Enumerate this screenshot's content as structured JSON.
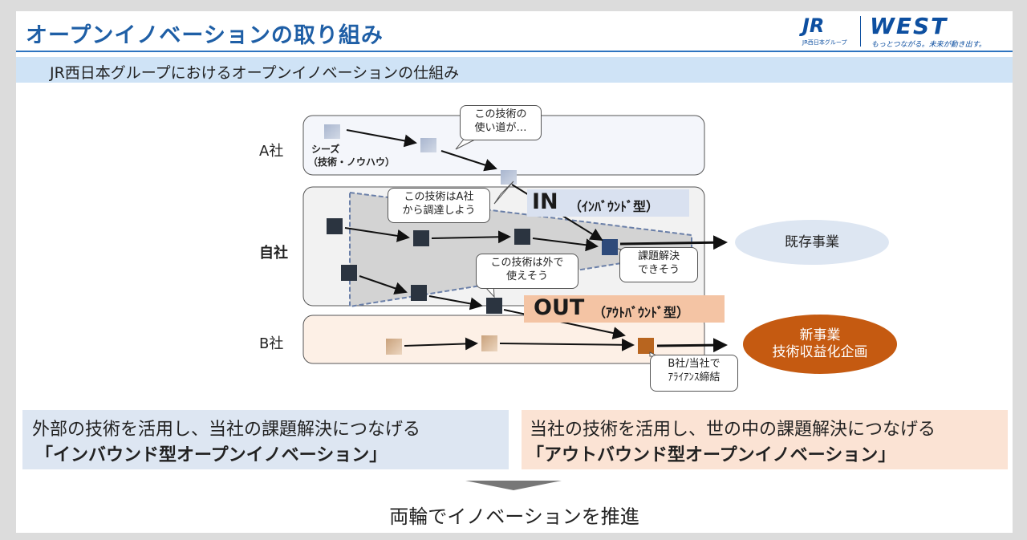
{
  "header": {
    "title": "オープンイノベーションの取り組み",
    "subtitle": "JR西日本グループにおけるオープンイノベーションの仕組み"
  },
  "logo": {
    "jr": "JR",
    "jr_sub": "JR西日本グループ",
    "west": "WEST",
    "tagline": "もっとつながる。未来が動き出す。"
  },
  "diagram": {
    "rows": {
      "a": "A社",
      "self": "自社",
      "b": "B社"
    },
    "seeds_label_1": "シーズ",
    "seeds_label_2": "（技術・ノウハウ）",
    "bubbles": {
      "use": [
        "この技術の",
        "使い道が…"
      ],
      "procure": [
        "この技術はA社",
        "から調達しよう"
      ],
      "outside": [
        "この技術は外で",
        "使えそう"
      ],
      "solve": [
        "課題解決",
        "できそう"
      ],
      "alliance": [
        "B社/当社で",
        "ｱﾗｲｱﾝｽ締結"
      ]
    },
    "in_tag": {
      "big": "IN",
      "small": "（ｲﾝﾊﾞｳﾝﾄﾞ型）"
    },
    "out_tag": {
      "big": "OUT",
      "small": "（ｱｳﾄﾊﾞｳﾝﾄﾞ型）"
    },
    "existing_business": "既存事業",
    "new_business": [
      "新事業",
      "技術収益化企画"
    ]
  },
  "boxes": {
    "left_line1": "外部の技術を活用し、当社の課題解決につなげる",
    "left_line2": "「インバウンド型オープンイノベーション」",
    "right_line1": "当社の技術を活用し、世の中の課題解決につなげる",
    "right_line2": "「アウトバウンド型オープンイノベーション」"
  },
  "conclusion": "両輪でイノベーションを推進",
  "colors": {
    "title_blue": "#1f5fa6",
    "subtitle_bg": "#cfe3f6",
    "new_business": "#c55a11",
    "in_bg": "#d9e1f0",
    "out_bg": "#f4c4a4"
  }
}
